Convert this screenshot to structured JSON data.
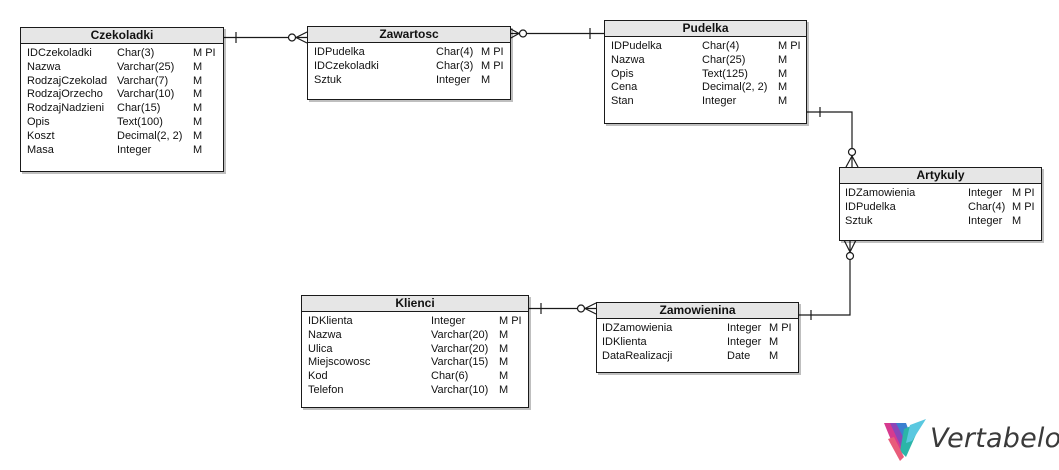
{
  "tables": [
    {
      "name": "Czekoladki",
      "columns": [
        {
          "name": "IDCzekoladki",
          "type": "Char(3)",
          "flags": "M PI"
        },
        {
          "name": "Nazwa",
          "type": "Varchar(25)",
          "flags": "M"
        },
        {
          "name": "RodzajCzekolad",
          "type": "Varchar(7)",
          "flags": "M"
        },
        {
          "name": "RodzajOrzecho",
          "type": "Varchar(10)",
          "flags": "M"
        },
        {
          "name": "RodzajNadzieni",
          "type": "Char(15)",
          "flags": "M"
        },
        {
          "name": "Opis",
          "type": "Text(100)",
          "flags": "M"
        },
        {
          "name": "Koszt",
          "type": "Decimal(2, 2)",
          "flags": "M"
        },
        {
          "name": "Masa",
          "type": "Integer",
          "flags": "M"
        }
      ]
    },
    {
      "name": "Zawartosc",
      "columns": [
        {
          "name": "IDPudelka",
          "type": "Char(4)",
          "flags": "M PI"
        },
        {
          "name": "IDCzekoladki",
          "type": "Char(3)",
          "flags": "M PI"
        },
        {
          "name": "Sztuk",
          "type": "Integer",
          "flags": "M"
        }
      ]
    },
    {
      "name": "Pudelka",
      "columns": [
        {
          "name": "IDPudelka",
          "type": "Char(4)",
          "flags": "M PI"
        },
        {
          "name": "Nazwa",
          "type": "Char(25)",
          "flags": "M"
        },
        {
          "name": "Opis",
          "type": "Text(125)",
          "flags": "M"
        },
        {
          "name": "Cena",
          "type": "Decimal(2, 2)",
          "flags": "M"
        },
        {
          "name": "Stan",
          "type": "Integer",
          "flags": "M"
        }
      ]
    },
    {
      "name": "Artykuly",
      "columns": [
        {
          "name": "IDZamowienia",
          "type": "Integer",
          "flags": "M PI"
        },
        {
          "name": "IDPudelka",
          "type": "Char(4)",
          "flags": "M PI"
        },
        {
          "name": "Sztuk",
          "type": "Integer",
          "flags": "M"
        }
      ]
    },
    {
      "name": "Klienci",
      "columns": [
        {
          "name": "IDKlienta",
          "type": "Integer",
          "flags": "M PI"
        },
        {
          "name": "Nazwa",
          "type": "Varchar(20)",
          "flags": "M"
        },
        {
          "name": "Ulica",
          "type": "Varchar(20)",
          "flags": "M"
        },
        {
          "name": "Miejscowosc",
          "type": "Varchar(15)",
          "flags": "M"
        },
        {
          "name": "Kod",
          "type": "Char(6)",
          "flags": "M"
        },
        {
          "name": "Telefon",
          "type": "Varchar(10)",
          "flags": "M"
        }
      ]
    },
    {
      "name": "Zamowienina",
      "columns": [
        {
          "name": "IDZamowienia",
          "type": "Integer",
          "flags": "M PI"
        },
        {
          "name": "IDKlienta",
          "type": "Integer",
          "flags": "M"
        },
        {
          "name": "DataRealizacji",
          "type": "Date",
          "flags": "M"
        }
      ]
    }
  ],
  "relationships": [
    {
      "from": "Czekoladki",
      "from_end": "one",
      "to": "Zawartosc",
      "to_end": "zero-or-many"
    },
    {
      "from": "Pudelka",
      "from_end": "one",
      "to": "Zawartosc",
      "to_end": "zero-or-many"
    },
    {
      "from": "Pudelka",
      "from_end": "one",
      "to": "Artykuly",
      "to_end": "zero-or-many"
    },
    {
      "from": "Zamowienina",
      "from_end": "one",
      "to": "Artykuly",
      "to_end": "zero-or-many"
    },
    {
      "from": "Klienci",
      "from_end": "one",
      "to": "Zamowienina",
      "to_end": "zero-or-many"
    }
  ],
  "logo": {
    "text": "Vertabelo",
    "icon": "vertabelo-logo-icon"
  },
  "colors": {
    "header_bg": "#e6e6e6",
    "border": "#1a1a1a",
    "line": "#1a1a1a",
    "logo_text": "#3a3a3a"
  }
}
